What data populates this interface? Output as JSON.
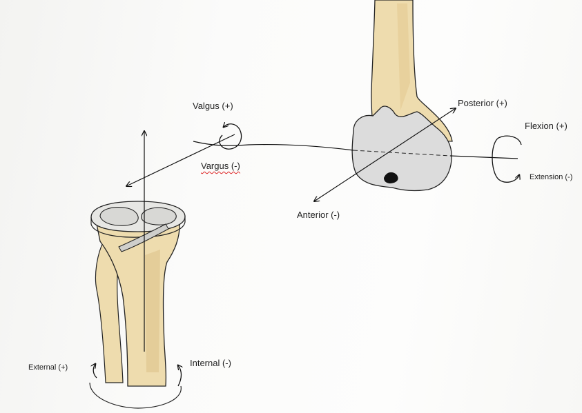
{
  "labels": {
    "valgus": "Valgus (+)",
    "vargus": "Vargus (-)",
    "posterior": "Posterior (+)",
    "flexion": "Flexion (+)",
    "extension": "Extension (-)",
    "anterior": "Anterior (-)",
    "external": "External (+)",
    "internal": "Internal (-)"
  },
  "colors": {
    "bone_fill": "#eedcae",
    "bone_shade": "#d8bf88",
    "condyle_fill": "#dcdcdc",
    "cartilage": "#e7e7e4",
    "ink": "#111111"
  },
  "icons": {
    "rotation": "curved-arrow-icon"
  }
}
